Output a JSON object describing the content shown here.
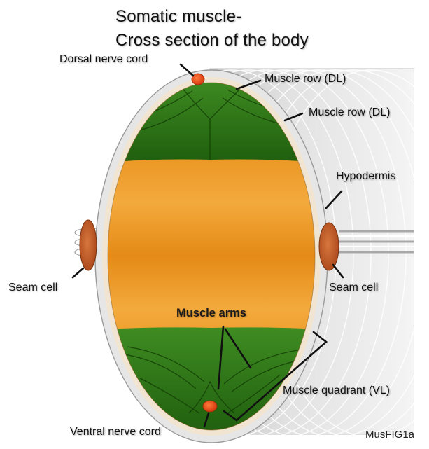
{
  "title": {
    "line1": "Somatic muscle-",
    "line2": "Cross section of the body"
  },
  "labels": {
    "dorsal_nerve_cord": "Dorsal nerve cord",
    "muscle_row_1": "Muscle row (DL)",
    "muscle_row_2": "Muscle row (DL)",
    "hypodermis": "Hypodermis",
    "seam_cell_left": "Seam cell",
    "seam_cell_right": "Seam cell",
    "muscle_arms": "Muscle arms",
    "muscle_quadrant": "Muscle quadrant (VL)",
    "ventral_nerve_cord": "Ventral nerve cord"
  },
  "figure_id": "MusFIG1a",
  "colors": {
    "body_fill": "#e88f1a",
    "muscle": "#2f7a18",
    "muscle_dark": "#1c5a0c",
    "hypodermis": "#e3e3e3",
    "cuticle_gray": "#cfcfcf",
    "nerve_cord": "#e8431a",
    "seam_cell": "#c8622e"
  }
}
